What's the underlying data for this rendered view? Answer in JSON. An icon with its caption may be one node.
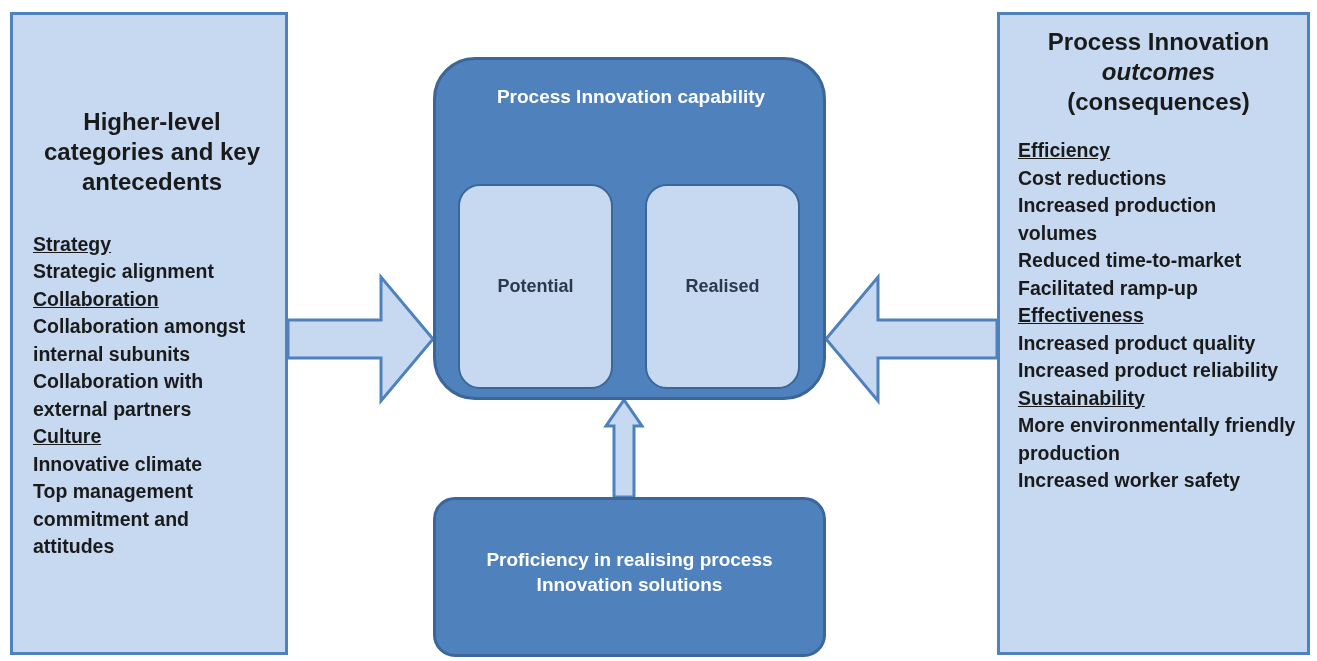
{
  "diagram": {
    "nodes": [
      {
        "text": [
          "Higher-level categories and key antecedents",
          "Strategy",
          "Strategic alignment",
          "Collaboration",
          "Collaboration amongst internal subunits",
          "Collaboration with external partners",
          "Culture",
          "Innovative climate",
          "Top management commitment and attitudes"
        ]
      },
      {
        "text": [
          "Process Innovation capability"
        ]
      },
      {
        "text": [
          "Potential"
        ],
        "in": 1
      },
      {
        "text": [
          "Realised"
        ],
        "in": 1
      },
      {
        "text": [
          "Proficiency in realising process Innovation solutions"
        ]
      },
      {
        "text": [
          "Process Innovation *outcomes* (consequences)",
          "Efficiency",
          "Cost reductions",
          "Increased production volumes",
          "Reduced time-to-market",
          "Facilitated ramp-up",
          "Effectiveness",
          "Increased product quality",
          "Increased product reliability",
          "Sustainability",
          "More environmentally friendly production",
          "Increased worker safety"
        ]
      }
    ],
    "edges": [
      {
        "from": 0,
        "to": 1,
        "arrow": "to"
      },
      {
        "from": 5,
        "to": 1,
        "arrow": "to"
      },
      {
        "from": 4,
        "to": 1,
        "arrow": "to"
      }
    ]
  }
}
